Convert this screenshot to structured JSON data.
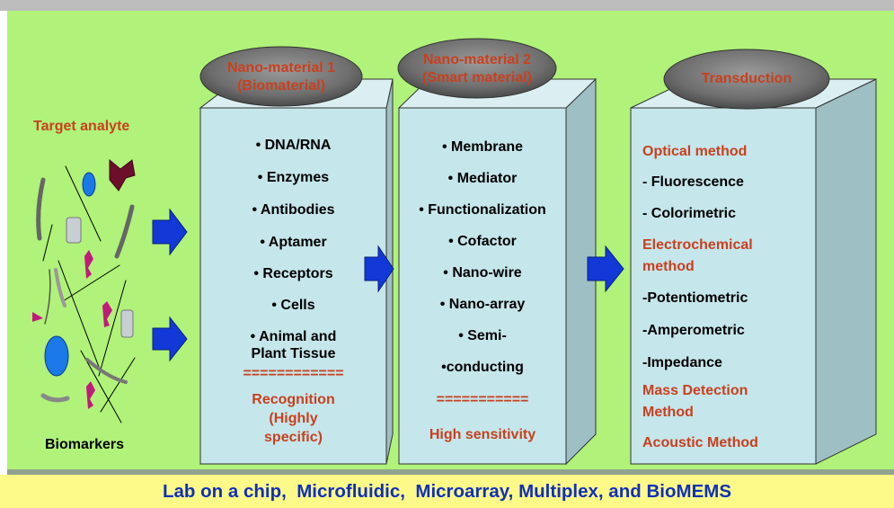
{
  "side": {
    "target_label": "Target analyte",
    "biomarkers_label": "Biomarkers"
  },
  "col1": {
    "header_line1": "Nano-material 1",
    "header_line2": "(Biomaterial)",
    "items": [
      "• DNA/RNA",
      "• Enzymes",
      "• Antibodies",
      "• Aptamer",
      "• Receptors",
      "• Cells",
      "• Animal and",
      "Plant Tissue"
    ],
    "divider": "============",
    "result_line1": "Recognition",
    "result_line2": "(Highly",
    "result_line3": "specific)"
  },
  "col2": {
    "header_line1": "Nano-material 2",
    "header_line2": "(Smart material)",
    "items": [
      "• Membrane",
      "• Mediator",
      "• Functionalization",
      "• Cofactor",
      "• Nano-wire",
      "• Nano-array",
      "• Semi-",
      "•conducting"
    ],
    "divider": "===========",
    "result": "High sensitivity"
  },
  "col3": {
    "header": "Transduction",
    "items": [
      {
        "text": "Optical method",
        "style": "red"
      },
      {
        "text": "- Fluorescence",
        "style": "black"
      },
      {
        "text": "- Colorimetric",
        "style": "black"
      },
      {
        "text": "Electrochemical",
        "style": "red"
      },
      {
        "text": "method",
        "style": "red"
      },
      {
        "text": "-Potentiometric",
        "style": "black"
      },
      {
        "text": "-Amperometric",
        "style": "black"
      },
      {
        "text": "-Impedance",
        "style": "black"
      },
      {
        "text": "Mass Detection",
        "style": "red"
      },
      {
        "text": "Method",
        "style": "red"
      },
      {
        "text": "Acoustic Method",
        "style": "red"
      }
    ]
  },
  "footer": {
    "part1": "Lab on a chip,",
    "part2": "Microfluidic,",
    "part3": "Microarray, Multiplex, and",
    "part4": "BioMEMS"
  },
  "colors": {
    "background": "#b0f27a",
    "box_front": "#c5e6ea",
    "box_side": "#9ebfc3",
    "arrow": "#1238d8",
    "accent_red": "#c8401f",
    "footer_bg": "#fdfa8a",
    "footer_text": "#1030b8"
  }
}
